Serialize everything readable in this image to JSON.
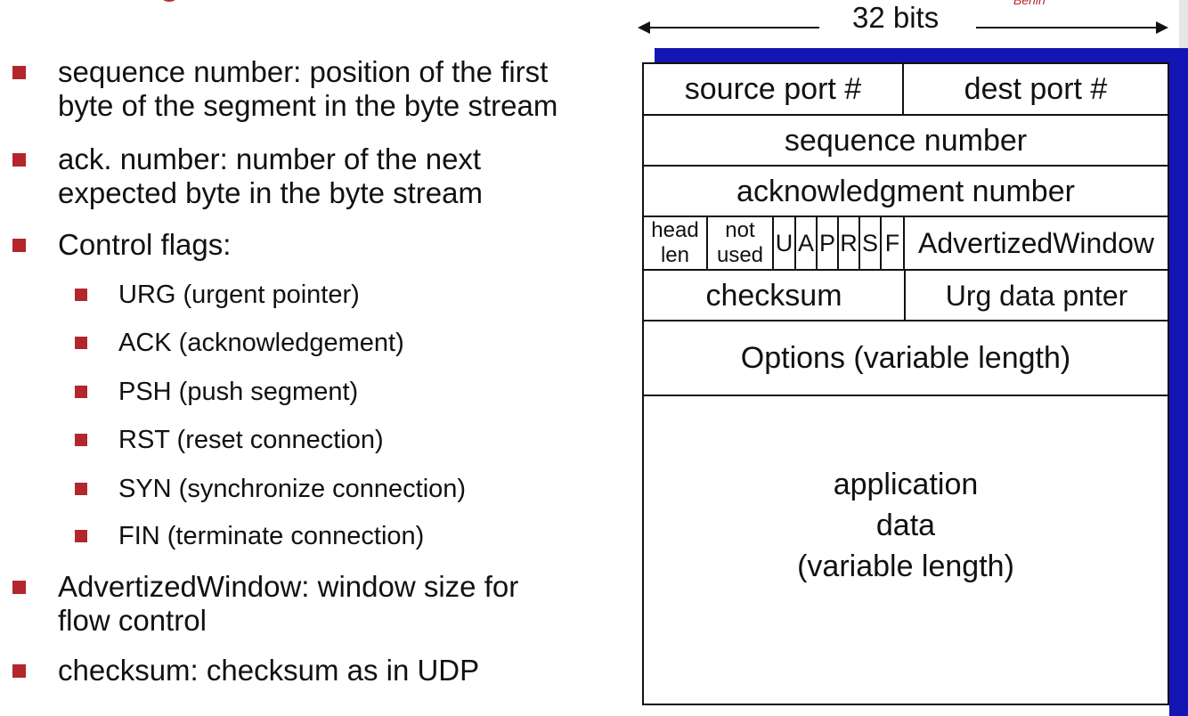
{
  "logo": {
    "text": "Berlin"
  },
  "bullets": [
    {
      "level": 1,
      "text": "sequence number: position of the first\nbyte of the segment in the byte stream"
    },
    {
      "level": 1,
      "text": "ack. number: number of the next\nexpected byte in the byte stream"
    },
    {
      "level": 1,
      "text": "Control flags:"
    },
    {
      "level": 2,
      "text": "URG (urgent pointer)"
    },
    {
      "level": 2,
      "text": "ACK (acknowledgement)"
    },
    {
      "level": 2,
      "text": "PSH (push segment)"
    },
    {
      "level": 2,
      "text": "RST (reset connection)"
    },
    {
      "level": 2,
      "text": "SYN (synchronize connection)"
    },
    {
      "level": 2,
      "text": "FIN (terminate connection)"
    },
    {
      "level": 1,
      "text": "AdvertizedWindow: window size for\nflow control"
    },
    {
      "level": 1,
      "text": "checksum: checksum as in UDP"
    }
  ],
  "diagram": {
    "width_label": "32 bits",
    "colors": {
      "shadow": "#1416b4",
      "bullet": "#b3262b"
    },
    "fields": {
      "source_port": "source port #",
      "dest_port": "dest port #",
      "sequence_number": "sequence number",
      "ack_number": "acknowledgment number",
      "head_len": "head\nlen",
      "not_used": "not\nused",
      "flags": [
        "U",
        "A",
        "P",
        "R",
        "S",
        "F"
      ],
      "advertized_window": "AdvertizedWindow",
      "checksum": "checksum",
      "urg_pointer": "Urg data pnter",
      "options": "Options (variable length)",
      "app_data": "application\ndata\n(variable length)"
    }
  }
}
